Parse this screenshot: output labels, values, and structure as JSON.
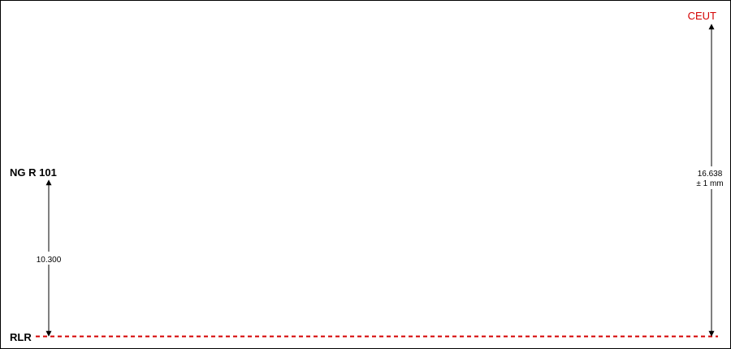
{
  "labels": {
    "reference_line": "RLR",
    "left_marker": "NG R 101",
    "right_marker": "CEUT"
  },
  "dimensions": {
    "left_value": "10.300",
    "right_value": "16.638",
    "right_tolerance": "± 1 mm"
  },
  "colors": {
    "reference_line": "#d40000",
    "right_marker": "#d40000",
    "text": "#000000",
    "border": "#000000"
  }
}
